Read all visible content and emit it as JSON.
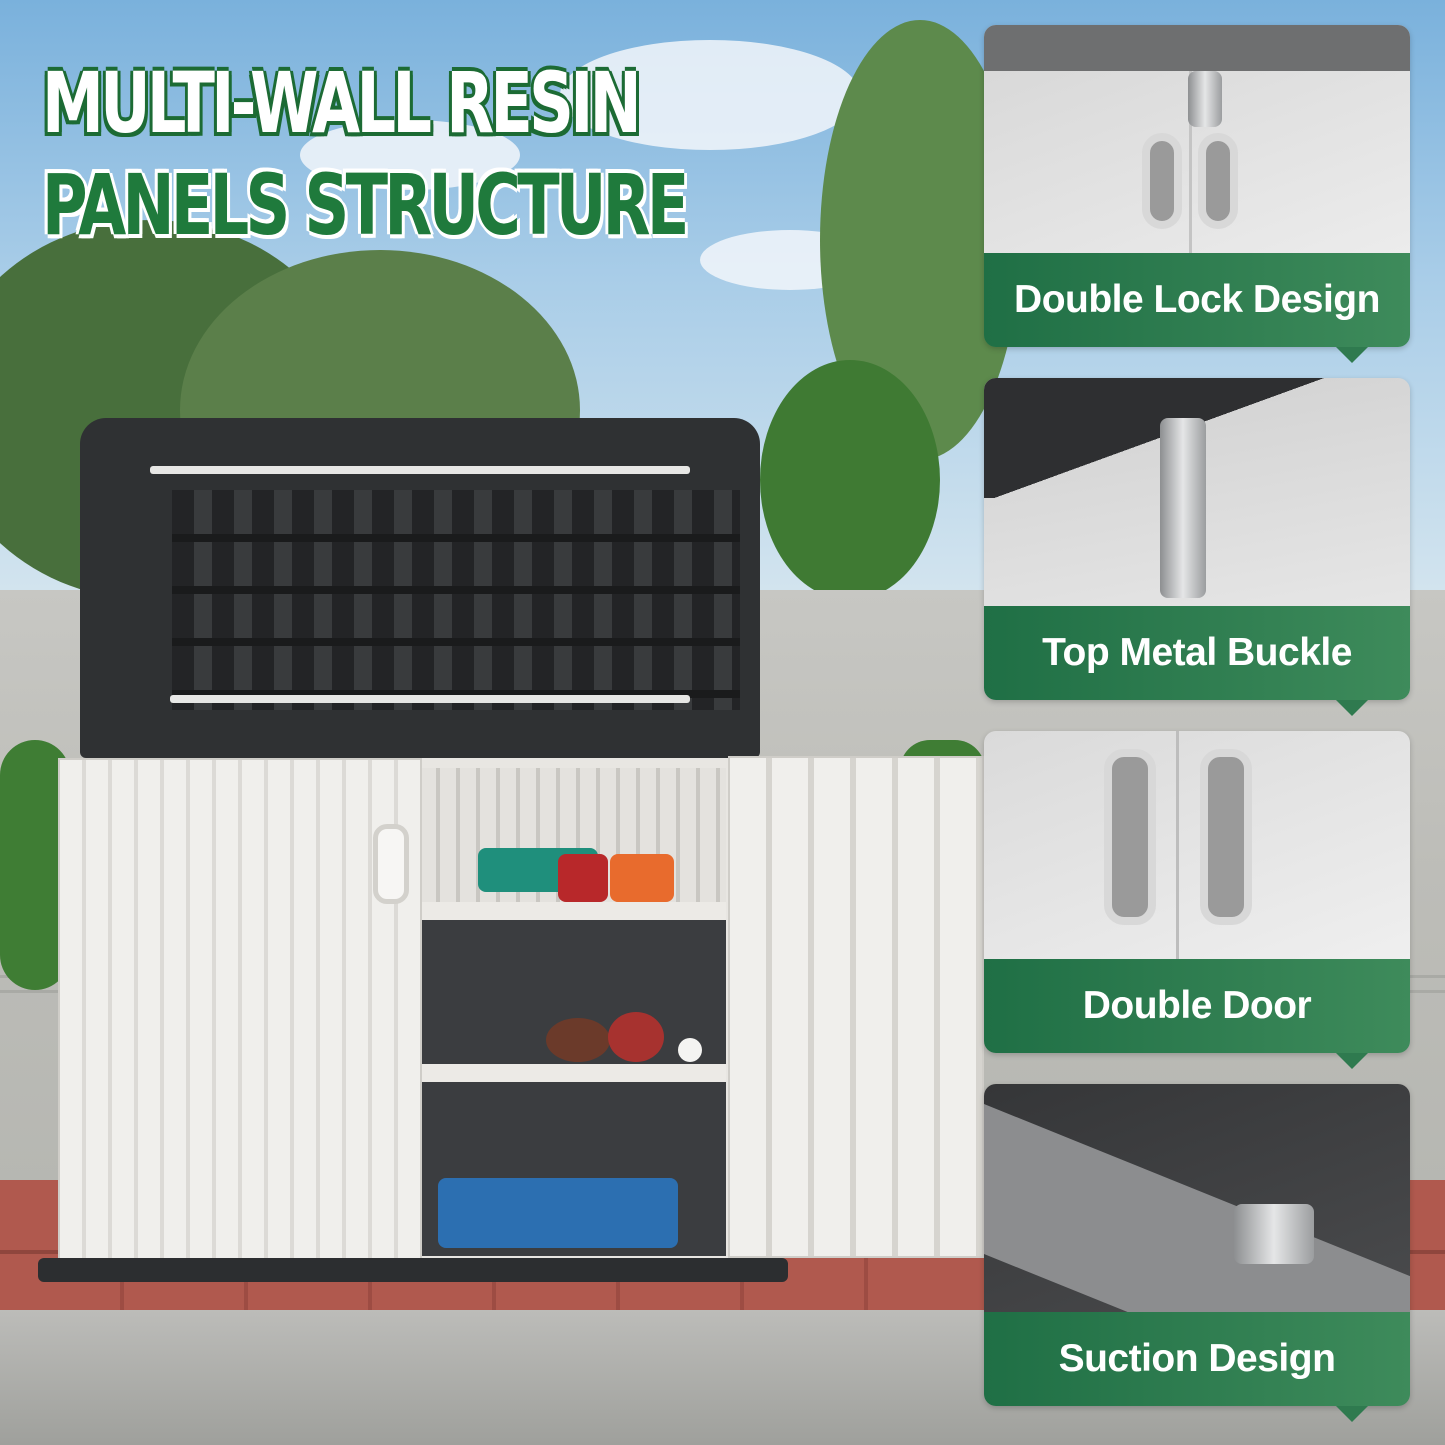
{
  "headline": {
    "line1": "MULTI-WALL RESIN",
    "line2": "PANELS STRUCTURE"
  },
  "features": [
    {
      "label": "Double Lock Design",
      "icon": "lock-detail"
    },
    {
      "label": "Top Metal Buckle",
      "icon": "buckle-detail"
    },
    {
      "label": "Double Door",
      "icon": "door-detail"
    },
    {
      "label": "Suction Design",
      "icon": "magnet-detail"
    }
  ],
  "colors": {
    "brand_green": "#1f7a3c",
    "band_green": "#2f7a4f",
    "lid_dark": "#2f3133",
    "panel_light": "#e8e6e2"
  }
}
